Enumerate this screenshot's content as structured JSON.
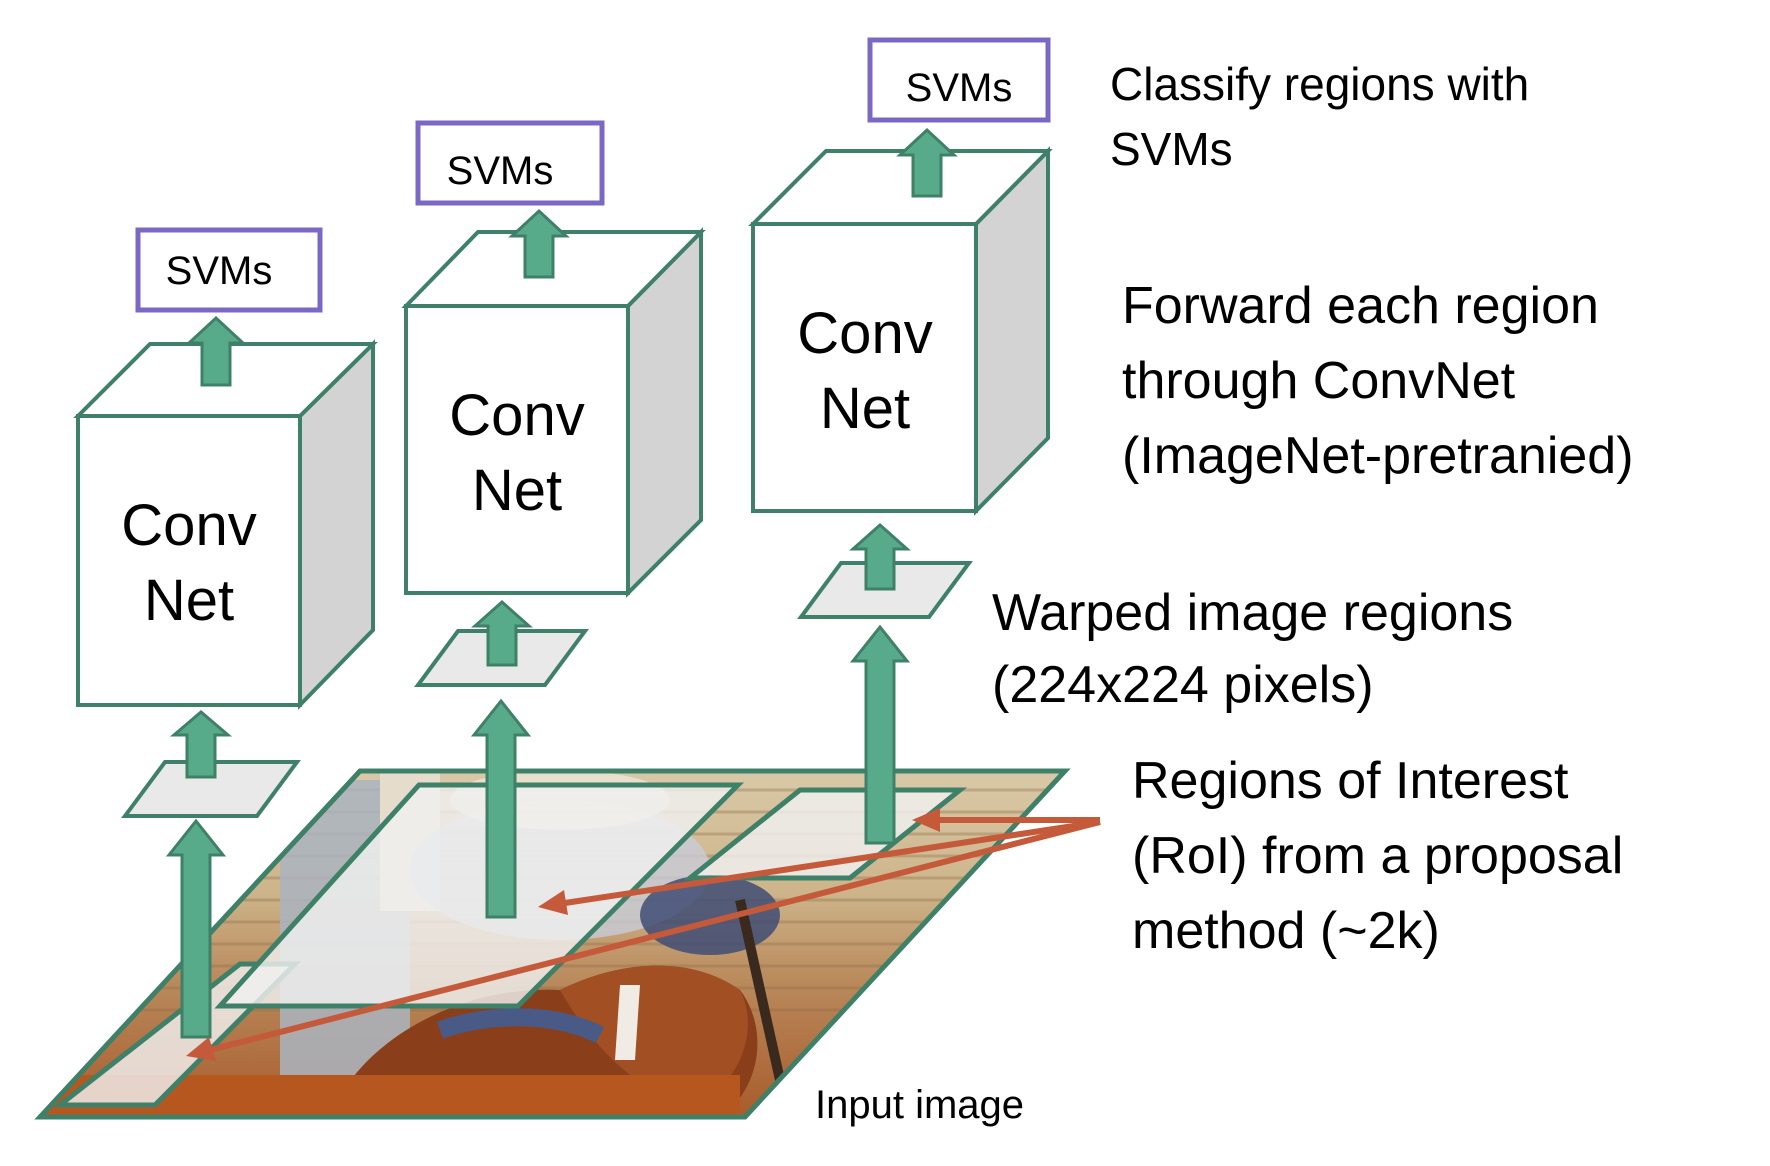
{
  "diagram": {
    "title": "R-CNN pipeline",
    "colors": {
      "box_stroke": "#3f8068",
      "arrow_fill": "#57ab8a",
      "svm_stroke": "#7b68c4",
      "pointer": "#c55a3a",
      "side_face": "#d3d3d3",
      "warp_fill": "#e9e9e9"
    },
    "columns": [
      {
        "svm_label": "SVMs",
        "convnet_line1": "Conv",
        "convnet_line2": "Net"
      },
      {
        "svm_label": "SVMs",
        "convnet_line1": "Conv",
        "convnet_line2": "Net"
      },
      {
        "svm_label": "SVMs",
        "convnet_line1": "Conv",
        "convnet_line2": "Net"
      }
    ],
    "annotations": {
      "classify": [
        "Classify regions with",
        "SVMs"
      ],
      "forward": [
        "Forward each region",
        "through ConvNet",
        "(ImageNet-pretranied)"
      ],
      "warped": [
        "Warped image regions",
        "(224x224 pixels)"
      ],
      "roi": [
        "Regions of Interest",
        "(RoI) from a proposal",
        "method (~2k)"
      ],
      "input": "Input image"
    },
    "input_image": {
      "description": "photo of a cowboy with a brown horse in a wooden stable"
    }
  }
}
